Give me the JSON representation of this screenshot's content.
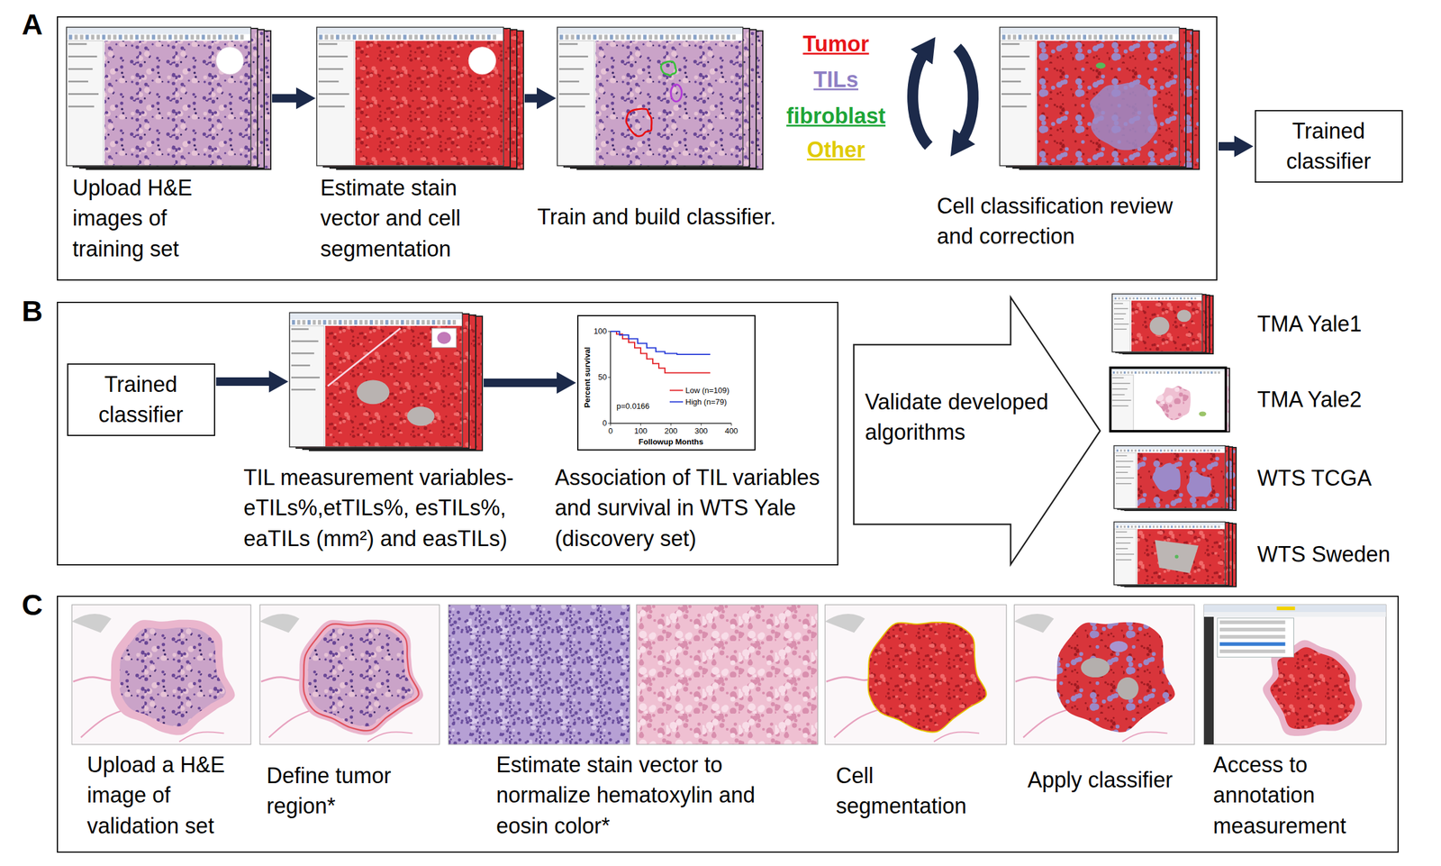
{
  "diagram": {
    "nodes": [
      {
        "text": [
          "A"
        ]
      },
      {
        "text": [
          "Upload H&E images of training set"
        ],
        "in": 0
      },
      {
        "text": [
          "Estimate stain vector and cell segmentation"
        ],
        "in": 0
      },
      {
        "text": [
          "Train and build classifier."
        ],
        "in": 0
      },
      {
        "text": [
          "Cell classification review and correction"
        ],
        "in": 0
      },
      {
        "text": [
          "Trained classifier"
        ]
      },
      {
        "text": [
          "B"
        ]
      },
      {
        "text": [
          "Trained classifier"
        ],
        "in": 6
      },
      {
        "text": [
          "TIL measurement variables- eTILs%,etTILs%, esTILs%, eaTILs (mm²) and easTILs)"
        ],
        "in": 6
      },
      {
        "text": [
          "Association of TIL variables and survival in WTS Yale (discovery set)"
        ],
        "in": 6
      },
      {
        "text": [
          "Validate developed algorithms"
        ]
      },
      {
        "text": [
          "TMA Yale1"
        ]
      },
      {
        "text": [
          "TMA Yale2"
        ]
      },
      {
        "text": [
          "WTS TCGA"
        ]
      },
      {
        "text": [
          "WTS Sweden"
        ]
      },
      {
        "text": [
          "C"
        ]
      },
      {
        "text": [
          "Upload a H&E image of validation set"
        ],
        "in": 15
      },
      {
        "text": [
          "Define tumor region*"
        ],
        "in": 15
      },
      {
        "text": [
          "Estimate stain vector to normalize hematoxylin and eosin color*"
        ],
        "in": 15
      },
      {
        "text": [
          "Cell segmentation"
        ],
        "in": 15
      },
      {
        "text": [
          "Apply classifier"
        ],
        "in": 15
      },
      {
        "text": [
          "Access to annotation measurement"
        ],
        "in": 15
      }
    ],
    "edges": [
      {
        "from": 1,
        "to": 2,
        "arrow": "to"
      },
      {
        "from": 2,
        "to": 3,
        "arrow": "to"
      },
      {
        "from": 0,
        "to": 5,
        "arrow": "to"
      },
      {
        "from": 7,
        "to": 8,
        "arrow": "to"
      },
      {
        "from": 8,
        "to": 9,
        "arrow": "to"
      }
    ],
    "labels": [
      "Tumor",
      "TILs",
      "fibroblast",
      "Other",
      "100",
      "50",
      "0",
      "0",
      "100",
      "200",
      "300",
      "400",
      "Percent survival",
      "Followup Months",
      "p=0.0166"
    ],
    "legend": [
      {
        "text": "Low (n=109)"
      },
      {
        "text": "High (n=79)"
      }
    ]
  }
}
